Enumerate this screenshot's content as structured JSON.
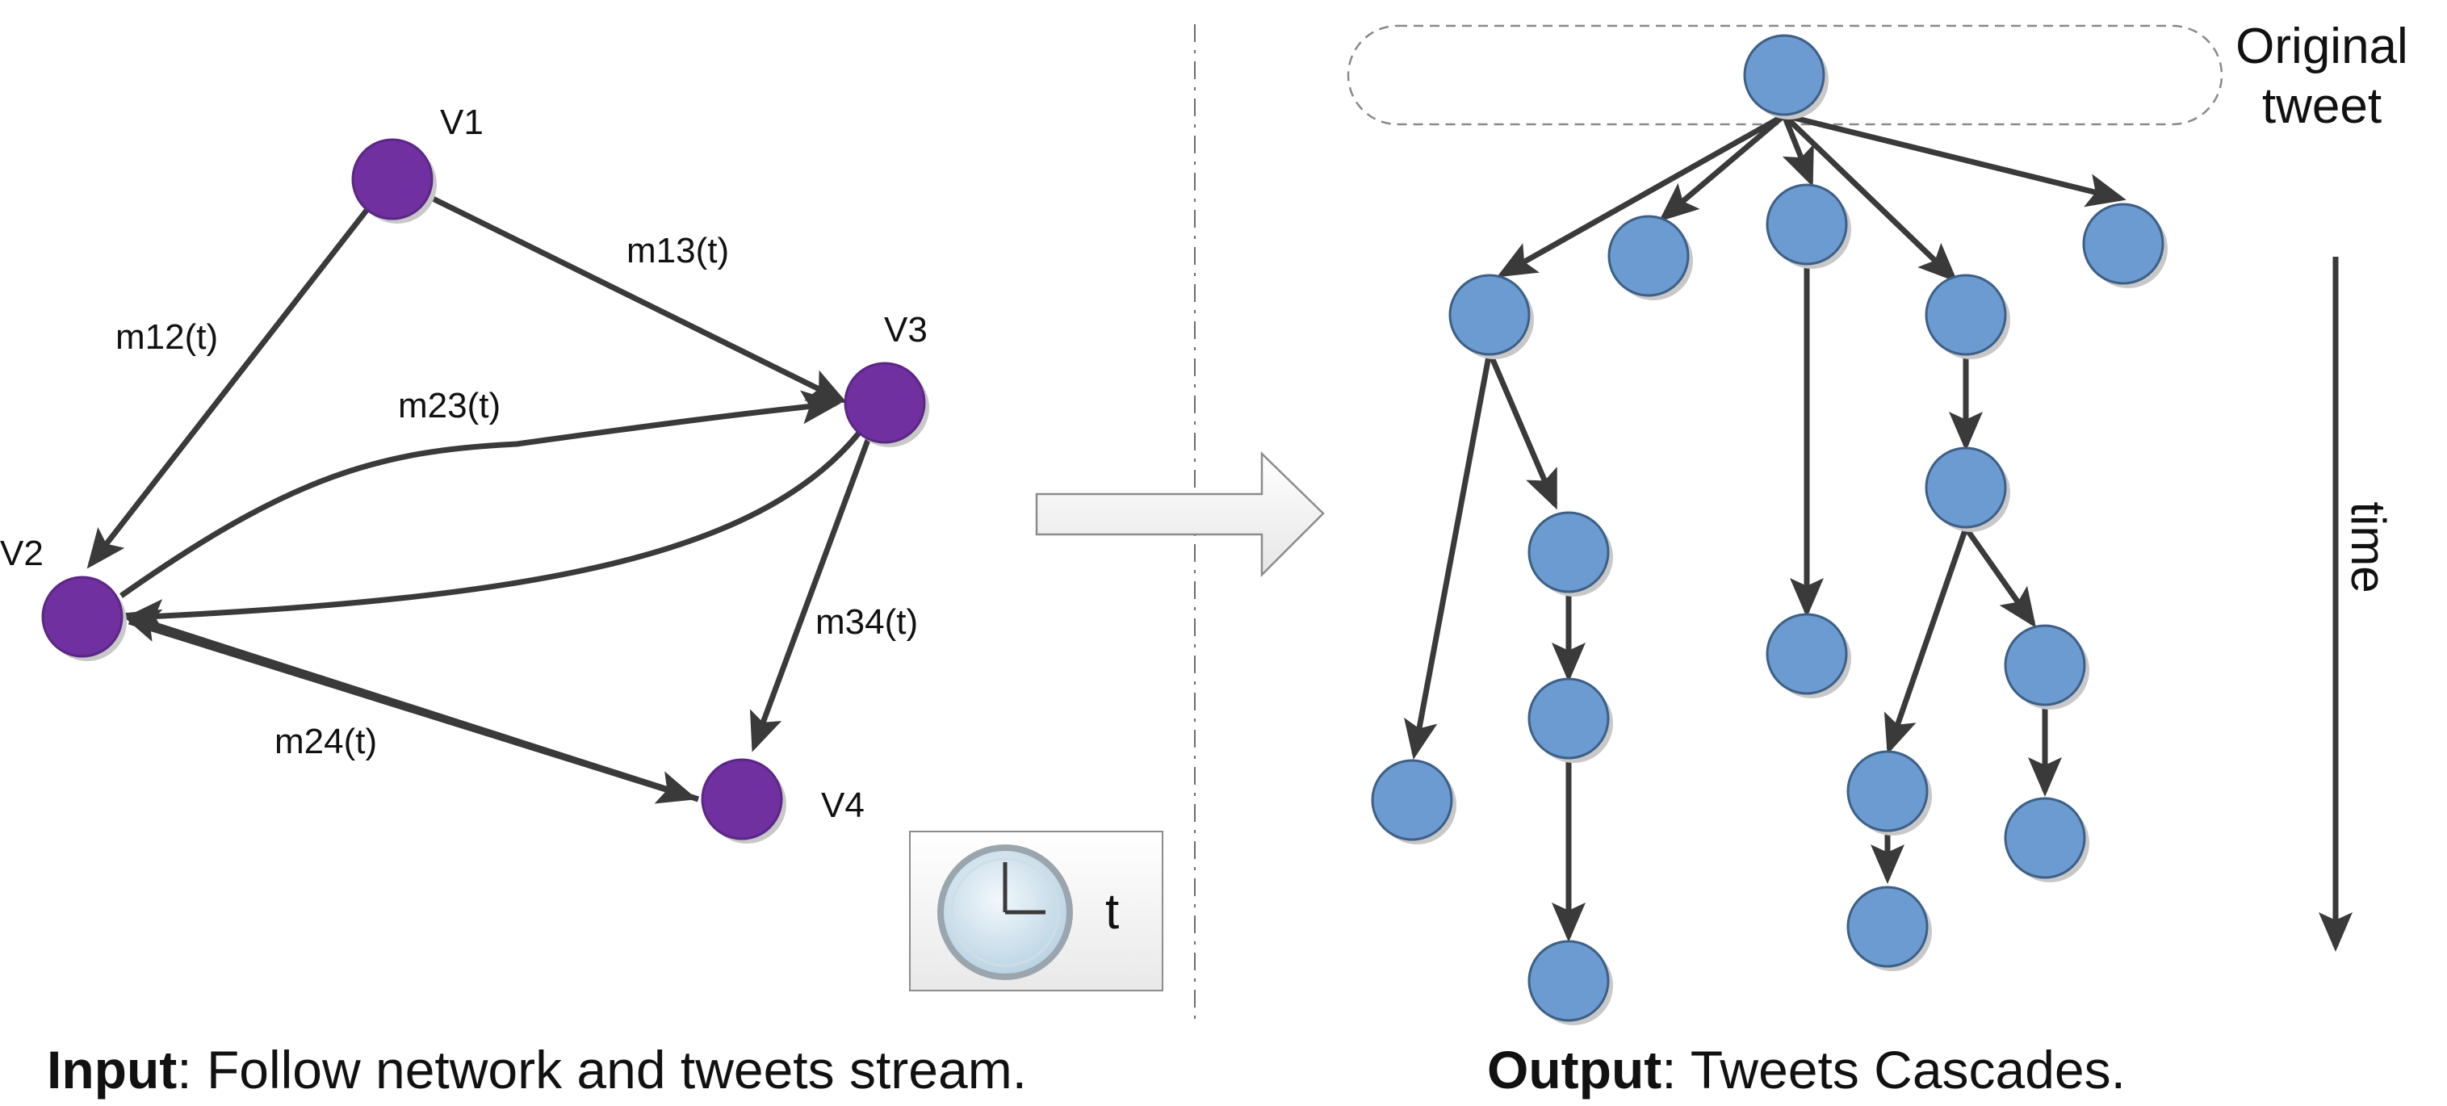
{
  "input_panel": {
    "nodes": [
      "V1",
      "V2",
      "V3",
      "V4"
    ],
    "edges": [
      {
        "from": "V1",
        "to": "V3",
        "label": "m13(t)"
      },
      {
        "from": "V1",
        "to": "V2",
        "label": "m12(t)"
      },
      {
        "from": "V2",
        "to": "V3",
        "label": "m23(t)"
      },
      {
        "from": "V3",
        "to": "V2",
        "label": ""
      },
      {
        "from": "V3",
        "to": "V4",
        "label": "m34(t)"
      },
      {
        "from": "V2",
        "to": "V4",
        "label": "m24(t)"
      },
      {
        "from": "V4",
        "to": "V2",
        "label": ""
      }
    ],
    "clock_label": "t",
    "caption_bold": "Input",
    "caption_rest": ": Follow network and tweets stream."
  },
  "output_panel": {
    "root_label_line1": "Original",
    "root_label_line2": "tweet",
    "time_label": "time",
    "caption_bold": "Output",
    "caption_rest": ": Tweets Cascades."
  },
  "colors": {
    "input_node": "#7030a0",
    "cascade_node": "#6b9bd1",
    "edge": "#3a3a3a"
  }
}
